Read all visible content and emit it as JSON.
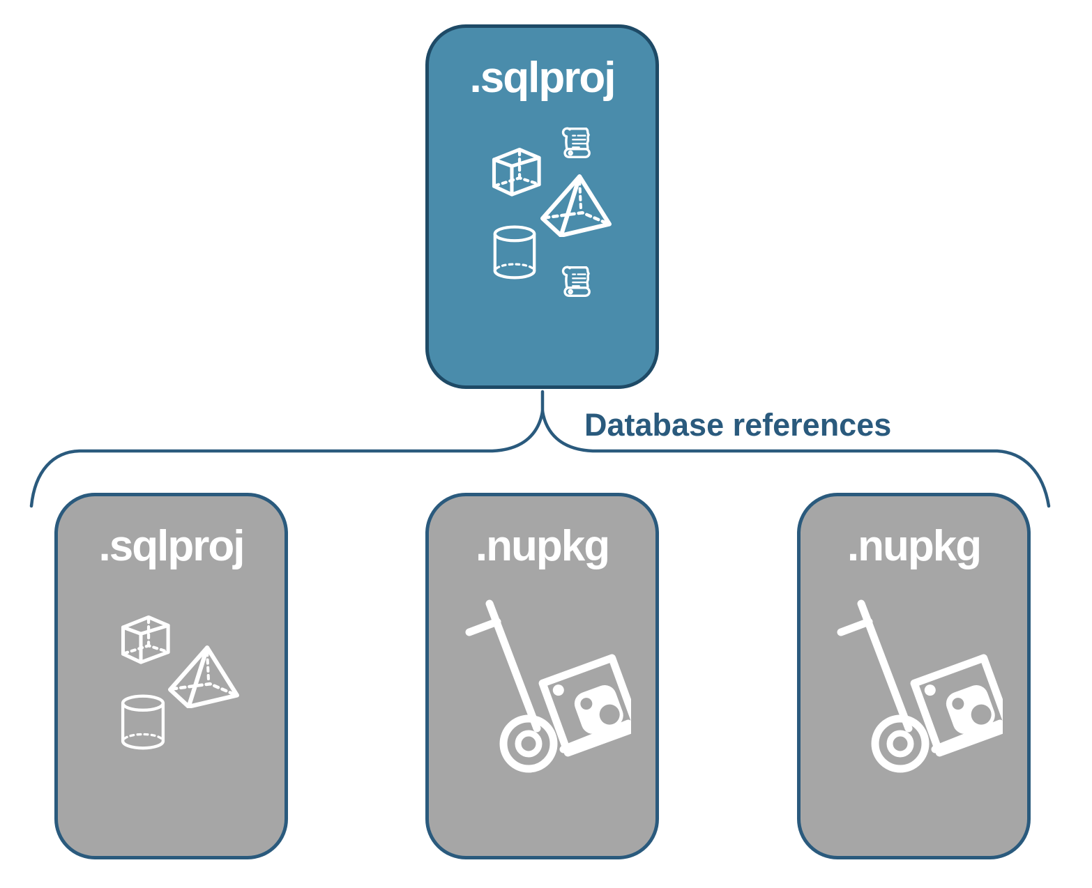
{
  "page": {
    "background": "#FFFFFF"
  },
  "colors": {
    "root_fill": "#4A8CAB",
    "root_border": "#1E4A66",
    "child_fill": "#A6A6A6",
    "child_border": "#2A5A7D",
    "connector_line": "#2A5A7D",
    "icon_color": "#FFFFFF",
    "label_color": "#FFFFFF"
  },
  "connector": {
    "label": "Database references",
    "shape": "downward-brace"
  },
  "nodes": {
    "root": {
      "label": ".sqlproj",
      "icons": [
        "cube-icon",
        "scroll-icon",
        "pyramid-icon",
        "cylinder-icon",
        "scroll-icon"
      ]
    },
    "children": [
      {
        "label": ".sqlproj",
        "icons": [
          "cube-icon",
          "pyramid-icon",
          "cylinder-icon"
        ]
      },
      {
        "label": ".nupkg",
        "icons": [
          "handtruck-package-icon"
        ]
      },
      {
        "label": ".nupkg",
        "icons": [
          "handtruck-package-icon"
        ]
      }
    ]
  }
}
